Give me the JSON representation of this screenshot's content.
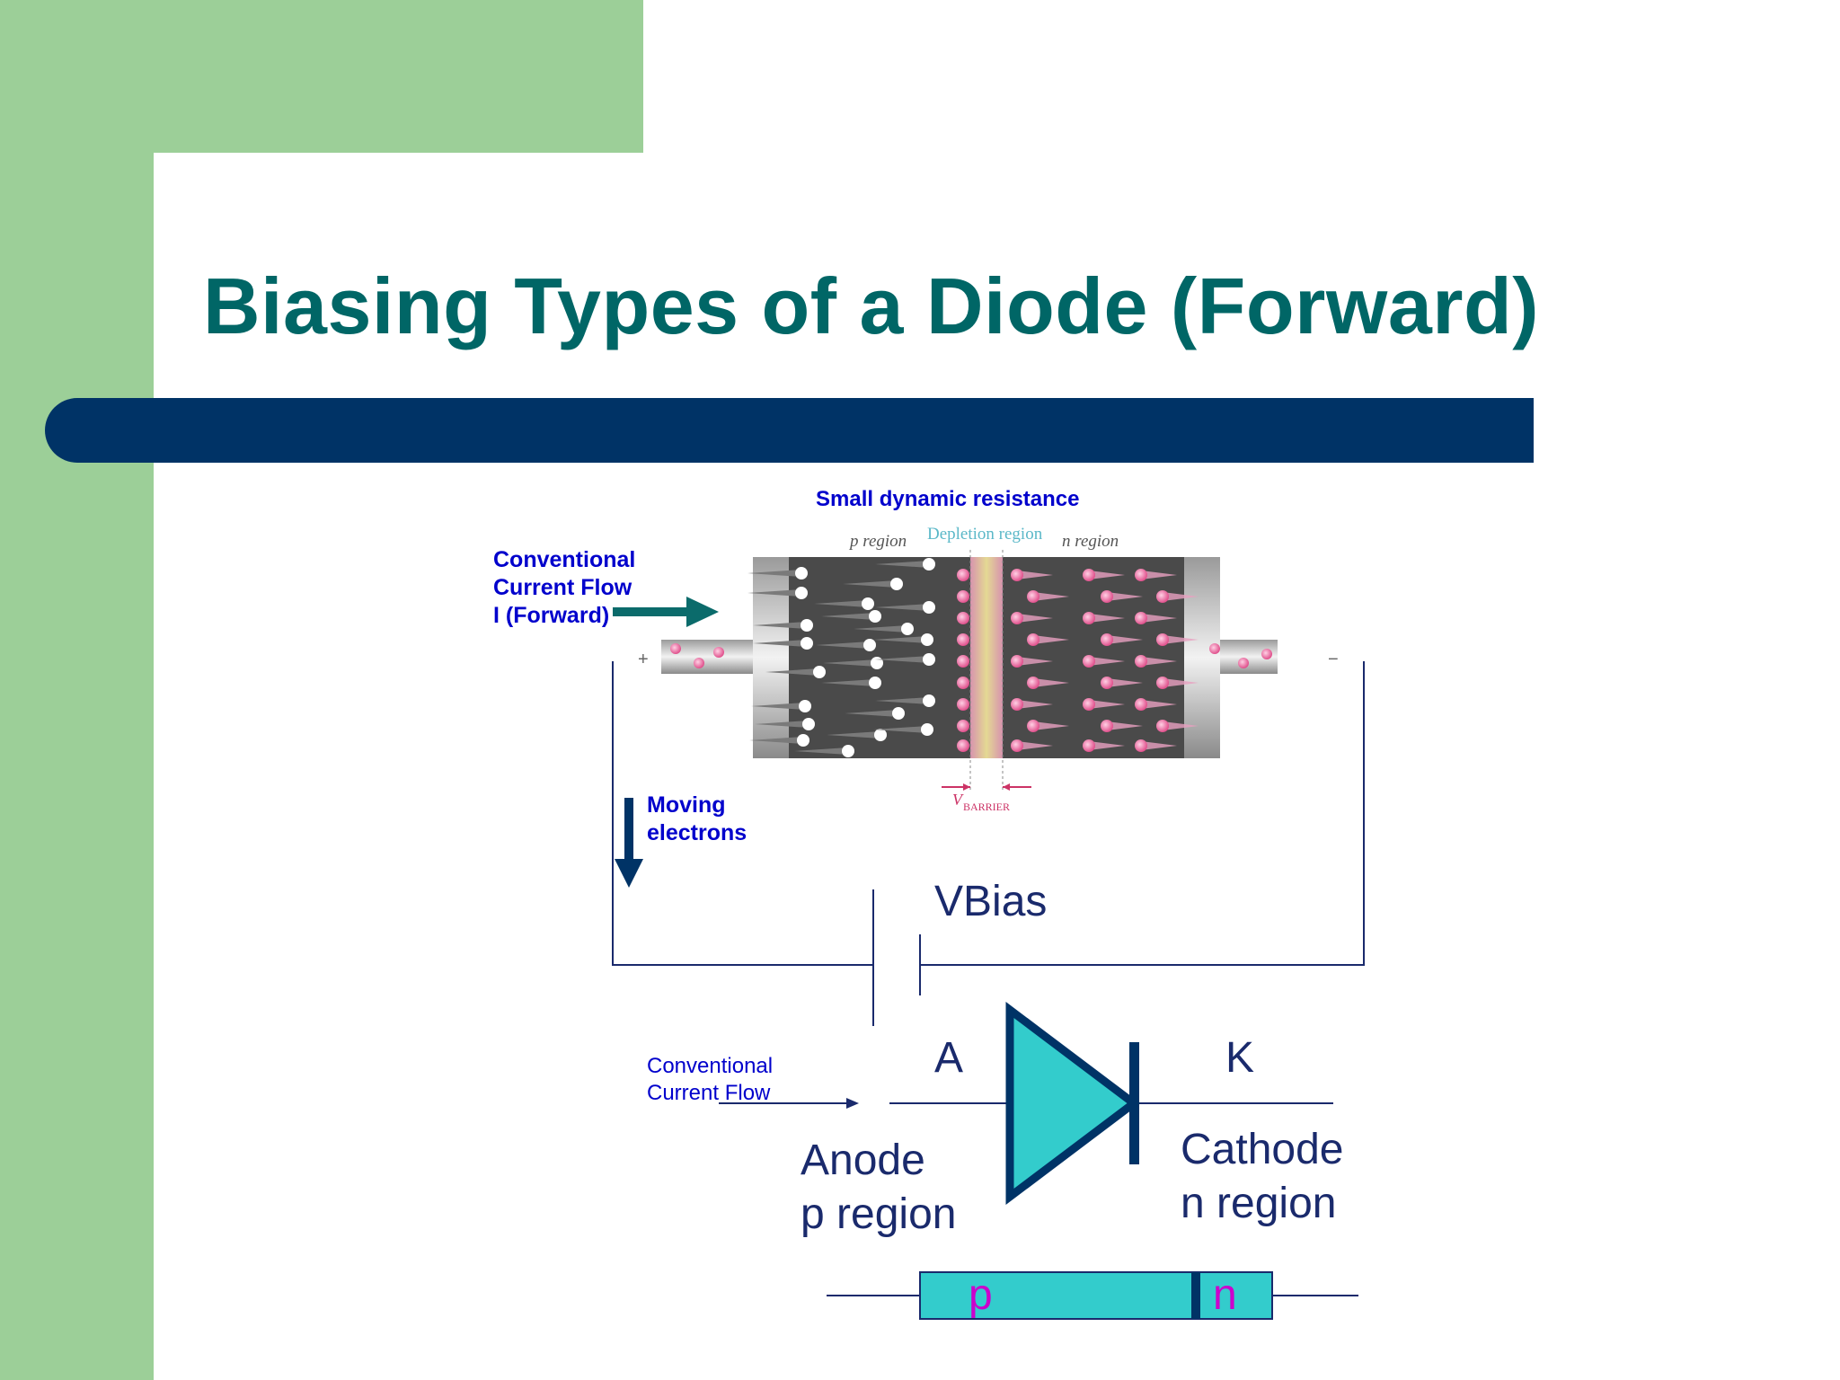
{
  "slide": {
    "title": "Biasing Types of a Diode (Forward)"
  },
  "figure": {
    "caption": "Small dynamic resistance",
    "p_region_label": "p region",
    "depletion_label": "Depletion region",
    "n_region_label": "n region",
    "barrier_label": "V",
    "barrier_sub": "BARRIER",
    "plus_sign": "+",
    "minus_sign": "−"
  },
  "annotations": {
    "conventional_line1": "Conventional",
    "conventional_line2": "Current Flow",
    "conventional_line3": "I (Forward)",
    "moving_line1": "Moving",
    "moving_line2": "electrons"
  },
  "circuit": {
    "vbias": "VBias",
    "anode_letter": "A",
    "cathode_letter": "K",
    "anode_line1": "Anode",
    "anode_line2": "p region",
    "cathode_line1": "Cathode",
    "cathode_line2": "n region",
    "small_conv_line1": "Conventional",
    "small_conv_line2": "Current Flow"
  },
  "pn_bar": {
    "p": "p",
    "n": "n"
  },
  "colors": {
    "green": "#9ccf98",
    "title": "#006666",
    "bar": "#003366",
    "diode_fill": "#33cccc",
    "label_blue": "#0000cc",
    "navy": "#1a2a6c",
    "pn_letter": "#cc00cc"
  }
}
